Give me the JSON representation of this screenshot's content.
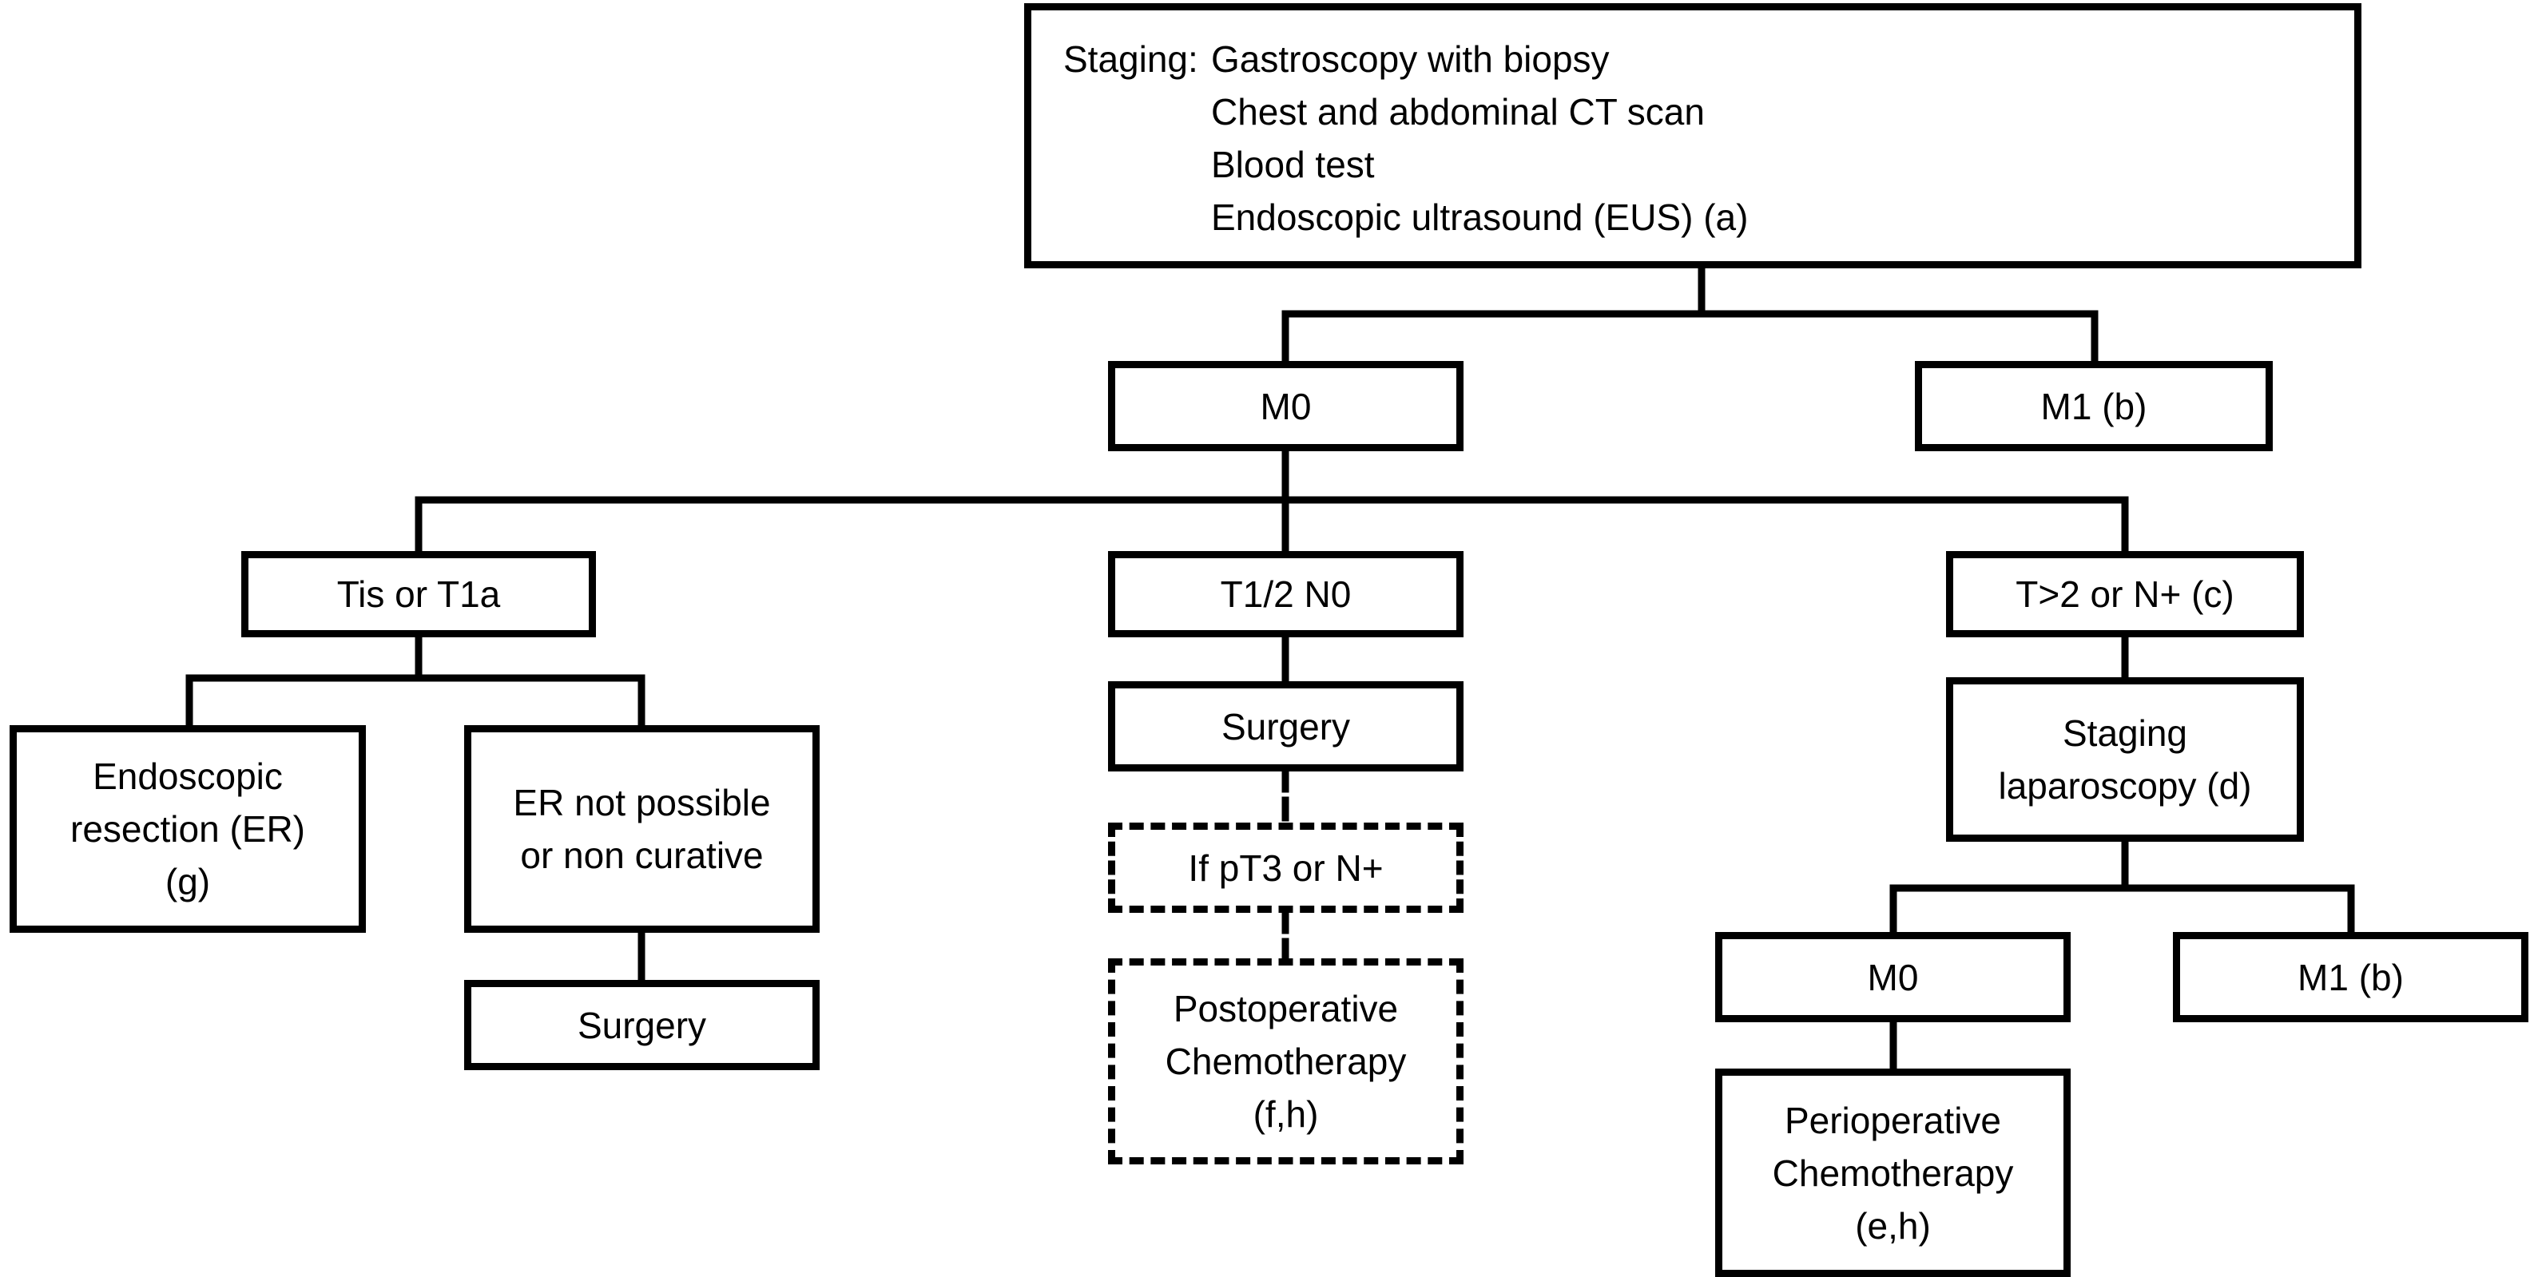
{
  "staging": {
    "label": "Staging:",
    "items": [
      "Gastroscopy with biopsy",
      "Chest and abdominal CT scan",
      "Blood test",
      "Endoscopic ultrasound (EUS) (a)"
    ]
  },
  "level1": {
    "m0": "M0",
    "m1": "M1 (b)"
  },
  "level2": {
    "tis_t1a": "Tis or T1a",
    "t12n0": "T1/2 N0",
    "t2n": "T>2 or N+ (c)"
  },
  "tis_branch": {
    "er": [
      "Endoscopic",
      "resection (ER)",
      "(g)"
    ],
    "er_not": [
      "ER not possible",
      "or non curative"
    ],
    "surgery": "Surgery"
  },
  "t12_branch": {
    "surgery": "Surgery",
    "if_pt3": "If pT3 or N+",
    "postop": [
      "Postoperative",
      "Chemotherapy",
      "(f,h)"
    ]
  },
  "t2n_branch": {
    "laparoscopy": [
      "Staging",
      "laparoscopy (d)"
    ],
    "m0": "M0",
    "m1": "M1 (b)",
    "periop": [
      "Perioperative",
      "Chemotherapy",
      "(e,h)"
    ]
  }
}
